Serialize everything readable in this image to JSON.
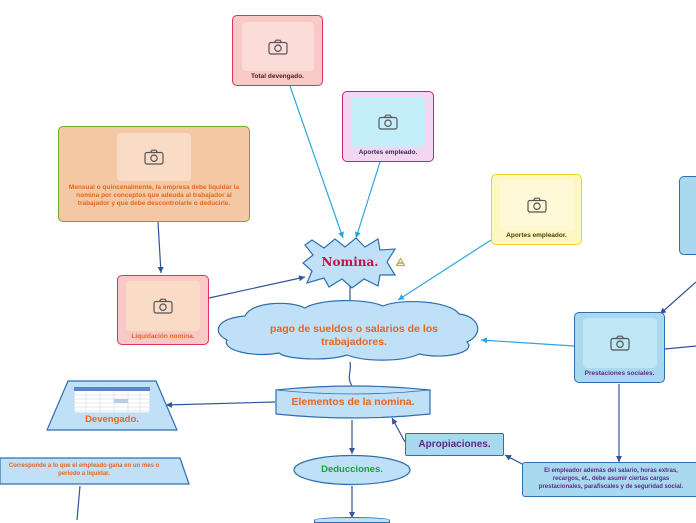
{
  "central": {
    "title": "Nomina.",
    "cloud_text": "pago de sueldos o salarios de los trabajadores."
  },
  "nodes": {
    "total_devengado": "Total devengado.",
    "aportes_empleado": "Aportes empleado.",
    "aportes_empleador": "Aportes empleador.",
    "mensual_text": "Mensual o quincenalmente, la empresa debe liquidar la nomina por conceptos que adeuda al trabajador al trabajador y que debe descontrolarle o deducirle.",
    "liquidacion": "Liquidación nomina.",
    "prestaciones": "Prestaciones sociales.",
    "elementos": "Elementos de la nomina.",
    "devengado": "Devengado.",
    "devengado_desc": "Corresponde a lo que el empleado gana en un mes o periodo a liquidar.",
    "apropiaciones": "Apropiaciones.",
    "deducciones": "Deducciones.",
    "empleador_desc": "El empleador además del salario, horas extras, recargos, et., debe asumir ciertas cargas prestacionales, parafiscales y de seguridad social."
  },
  "colors": {
    "line": "#3a8fd6",
    "dark_line": "#2f5597",
    "title": "#c0124a",
    "orange_text": "#e8651e",
    "purple_text": "#5b2a86",
    "green_text": "#1e9e3a"
  }
}
